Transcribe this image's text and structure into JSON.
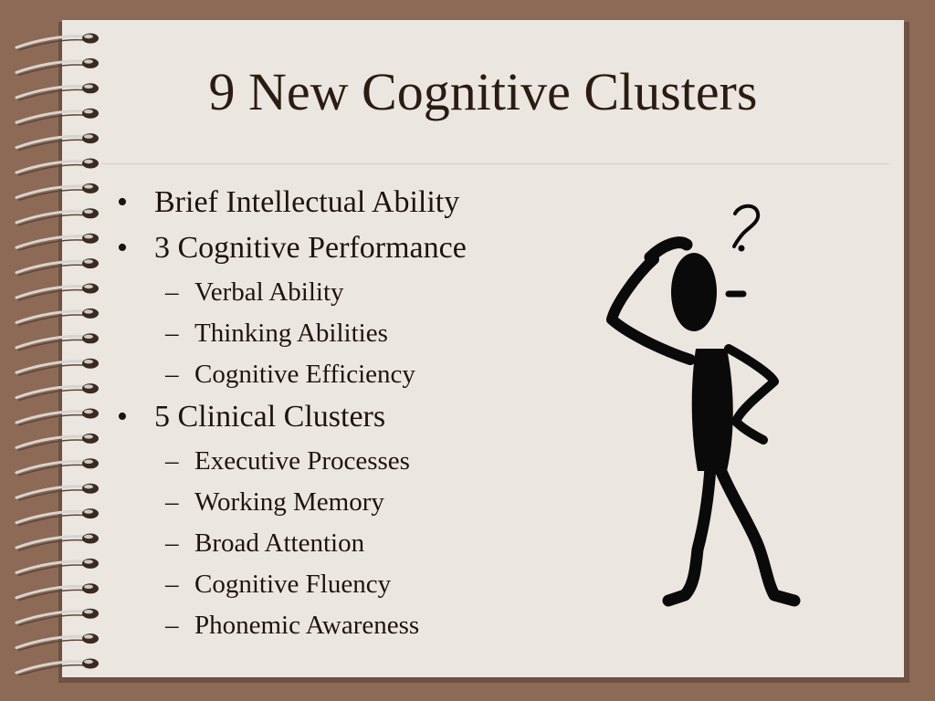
{
  "slide": {
    "title": "9 New Cognitive Clusters",
    "items": [
      {
        "level": 1,
        "marker": "•",
        "text": "Brief Intellectual Ability"
      },
      {
        "level": 1,
        "marker": "•",
        "text": "3 Cognitive Performance"
      },
      {
        "level": 2,
        "marker": "–",
        "text": "Verbal Ability"
      },
      {
        "level": 2,
        "marker": "–",
        "text": "Thinking Abilities"
      },
      {
        "level": 2,
        "marker": "–",
        "text": "Cognitive Efficiency"
      },
      {
        "level": 1,
        "marker": "•",
        "text": "5 Clinical Clusters"
      },
      {
        "level": 2,
        "marker": "–",
        "text": "Executive Processes"
      },
      {
        "level": 2,
        "marker": "–",
        "text": "Working Memory"
      },
      {
        "level": 2,
        "marker": "–",
        "text": "Broad Attention"
      },
      {
        "level": 2,
        "marker": "–",
        "text": "Cognitive Fluency"
      },
      {
        "level": 2,
        "marker": "–",
        "text": "Phonemic Awareness"
      }
    ],
    "illustration": {
      "name": "confused-stick-figure-with-question-mark",
      "question_mark": "?"
    }
  },
  "colors": {
    "background": "#8c6a55",
    "page": "#ece6e1",
    "text": "#1e140e",
    "figure": "#0a0a0a"
  }
}
